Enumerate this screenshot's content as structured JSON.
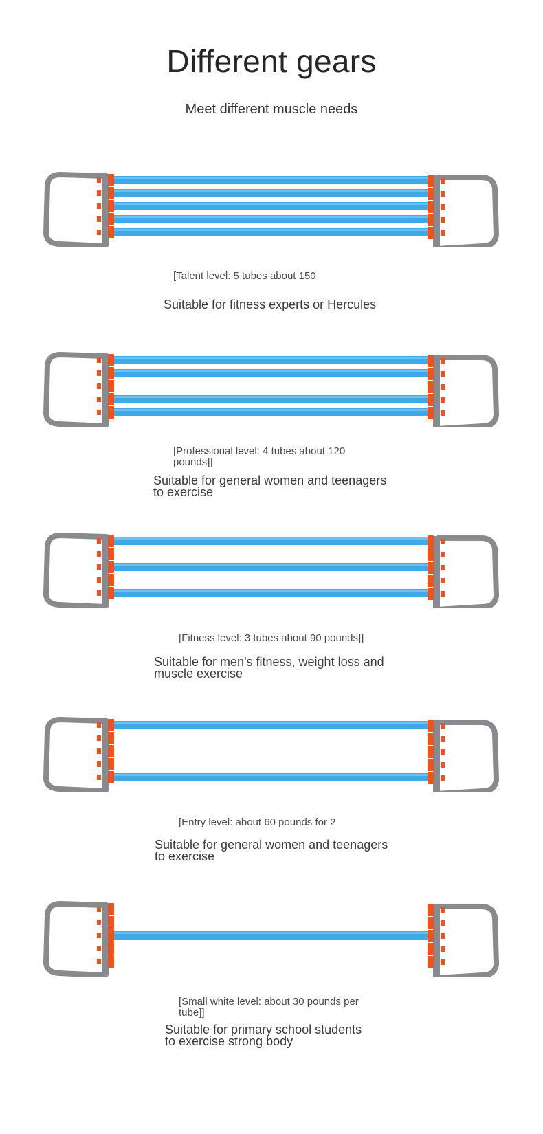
{
  "header": {
    "title": "Different gears",
    "subtitle": "Meet different muscle needs"
  },
  "colors": {
    "tube": "#3da9e6",
    "tube_highlight": "#8fd3f7",
    "handle": "#8a8a8e",
    "clip": "#f0521c",
    "text": "#333333"
  },
  "gears": [
    {
      "level_label": "[Talent level: 5 tubes about 150",
      "description": "Suitable for fitness experts or Hercules",
      "tubes": 5,
      "tube_slots": [
        0,
        1,
        2,
        3,
        4
      ]
    },
    {
      "level_label": "[Professional level: 4 tubes about 120 pounds]]",
      "description": "Suitable for general women and teenagers to exercise",
      "tubes": 4,
      "tube_slots": [
        0,
        1,
        3,
        4
      ]
    },
    {
      "level_label": "[Fitness level: 3 tubes about 90 pounds]]",
      "description": "Suitable for men's fitness, weight loss and muscle exercise",
      "tubes": 3,
      "tube_slots": [
        0,
        2,
        4
      ]
    },
    {
      "level_label": "[Entry level: about 60 pounds for 2",
      "description": "Suitable for general women and teenagers to exercise",
      "tubes": 2,
      "tube_slots": [
        0,
        4
      ]
    },
    {
      "level_label": "[Small white level: about 30 pounds per tube]]",
      "description": "Suitable for primary school students to exercise strong body",
      "tubes": 1,
      "tube_slots": [
        2
      ]
    }
  ]
}
